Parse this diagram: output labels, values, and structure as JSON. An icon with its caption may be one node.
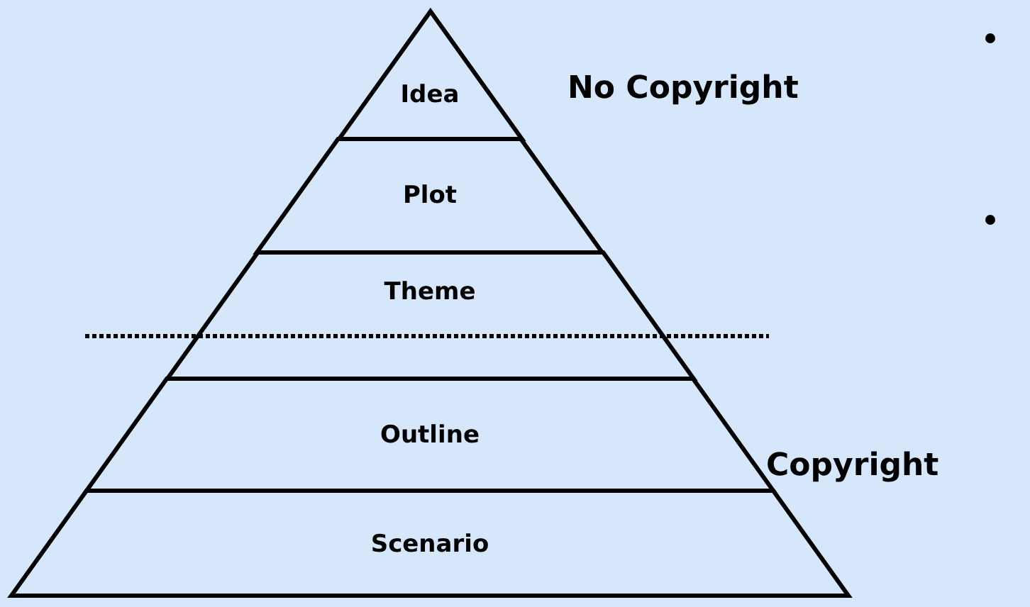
{
  "diagram": {
    "nodes": [
      {
        "text": [
          "Idea"
        ]
      },
      {
        "text": [
          "Plot"
        ]
      },
      {
        "text": [
          "Theme"
        ]
      },
      {
        "text": [
          "Outline"
        ]
      },
      {
        "text": [
          "Scenario"
        ]
      }
    ],
    "edges": [],
    "labels": [
      "No Copyright",
      "Copyright"
    ]
  }
}
